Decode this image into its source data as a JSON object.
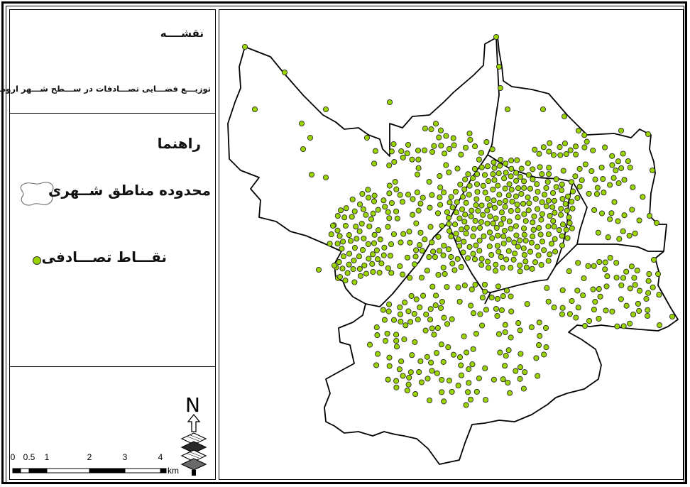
{
  "legend": {
    "title": "نقشــــه",
    "subtitle": "توزیـــع فضـــایی تصـــادفات در ســـطح شـــهر ارومیـــه",
    "heading": "راهنما",
    "boundary_label": "محدوده مناطق شــهری",
    "points_label": "نقـــاط تصـــادفی"
  },
  "north_arrow": {
    "letter": "N"
  },
  "scalebar": {
    "labels": [
      "0",
      "0.5",
      "1",
      "2",
      "3",
      "4"
    ],
    "unit": "km"
  },
  "colors": {
    "point_fill": "#9ad400",
    "point_stroke": "#2b2b2b",
    "boundary": "#000000"
  }
}
